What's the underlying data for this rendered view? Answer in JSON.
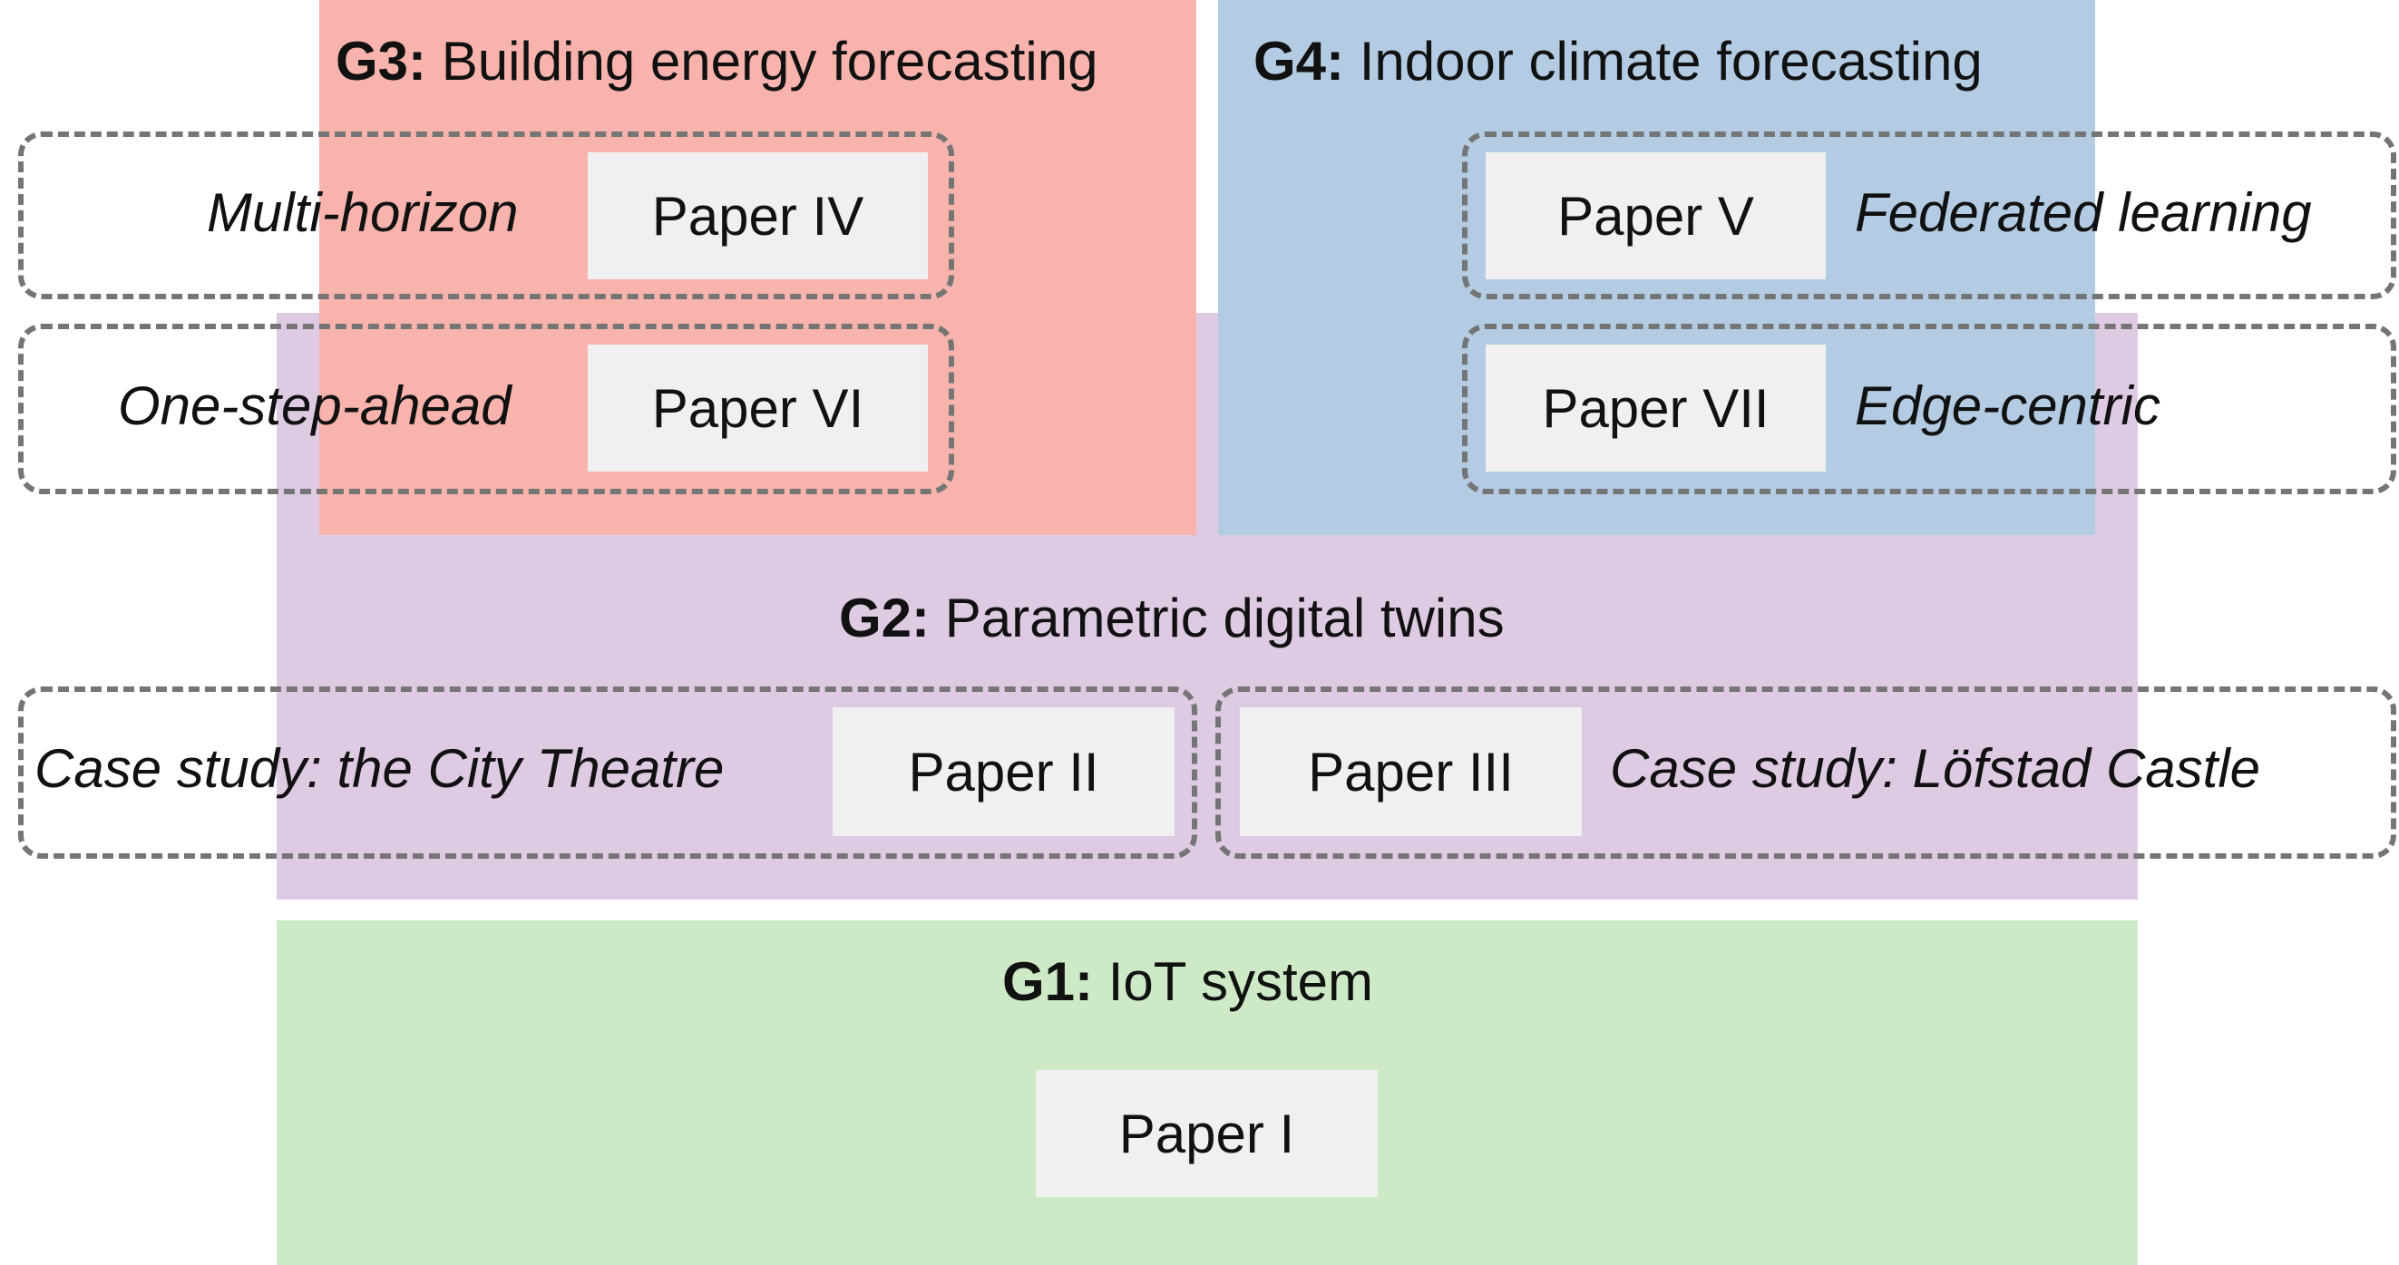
{
  "colors": {
    "g1": "#cde9c6",
    "g2": "#decbe3",
    "g3": "#f8b3ad",
    "g4": "#b3cce3",
    "paper_box": "#f0f0f0",
    "dash_border": "#757575"
  },
  "g1": {
    "code": "G1:",
    "title": "IoT system",
    "papers": {
      "p1": "Paper I"
    }
  },
  "g2": {
    "code": "G2:",
    "title": "Parametric digital twins",
    "papers": {
      "p2": "Paper II",
      "p3": "Paper III"
    },
    "notes": {
      "p2": "Case study: the City Theatre",
      "p3": "Case study: Löfstad Castle"
    }
  },
  "g3": {
    "code": "G3:",
    "title": "Building energy forecasting",
    "papers": {
      "p4": "Paper IV",
      "p6": "Paper VI"
    },
    "notes": {
      "p4": "Multi-horizon",
      "p6": "One-step-ahead"
    }
  },
  "g4": {
    "code": "G4:",
    "title": "Indoor climate forecasting",
    "papers": {
      "p5": "Paper V",
      "p7": "Paper VII"
    },
    "notes": {
      "p5": "Federated learning",
      "p7": "Edge-centric"
    }
  }
}
